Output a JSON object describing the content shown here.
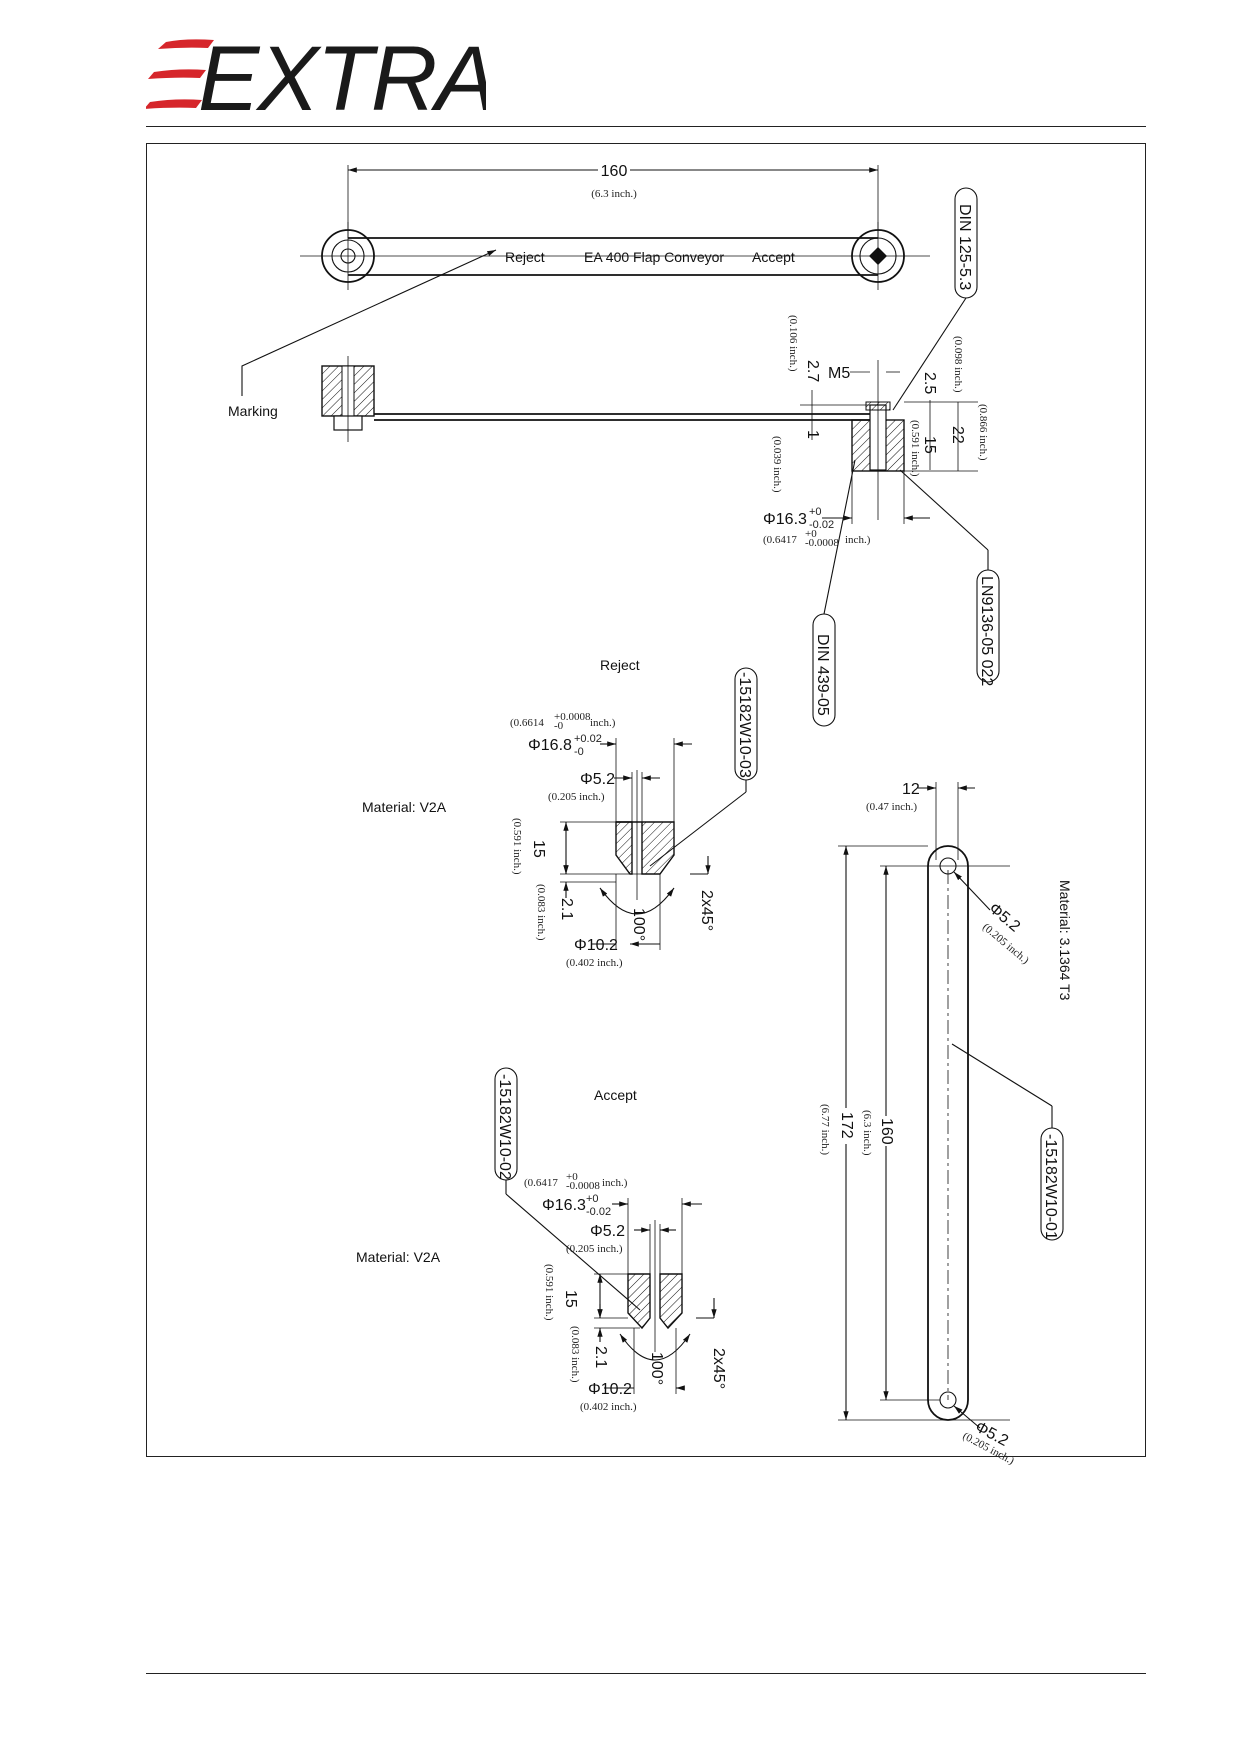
{
  "header": {
    "logo_text": "EXTRA"
  },
  "drawing": {
    "top_view": {
      "length": "160",
      "length_inch": "(6.3 inch.)",
      "reject_label": "Reject",
      "title": "EA 400 Flap Conveyor",
      "accept_label": "Accept",
      "callout_washer": "DIN 125-5.3"
    },
    "side_view": {
      "marking_label": "Marking",
      "dim_2_7": "2.7",
      "dim_2_7_inch": "(0.106 inch.)",
      "thread": "M5",
      "dim_2_5": "2.5",
      "dim_2_5_inch": "(0.098 inch.)",
      "dim_1": "1",
      "dim_1_inch": "(0.039 inch.)",
      "dim_15": "15",
      "dim_15_inch": "(0.591 inch.)",
      "dim_22": "22",
      "dim_22_inch": "(0.866 inch.)",
      "dia_16_3": "Φ16.3",
      "dia_16_3_tol_top": "+0",
      "dia_16_3_tol_bottom": "-0.02",
      "dia_16_3_inch": "(0.6417",
      "dia_16_3_inch_tol_top": "+0",
      "dia_16_3_inch_tol_bottom": "-0.0008",
      "dia_16_3_inch_unit": "inch.)",
      "callout_ln": "LN9136-05 022",
      "callout_din439": "DIN 439-05"
    },
    "reject_part": {
      "title": "Reject",
      "material": "Material: V2A",
      "part_no": "-15182W10-03",
      "outer_inch": "(0.6614",
      "outer_inch_tol_top": "+0.0008",
      "outer_inch_tol_bottom": "-0",
      "outer_inch_unit": "inch.)",
      "outer_dia": "Φ16.8",
      "outer_tol_top": "+0.02",
      "outer_tol_bottom": "-0",
      "bore": "Φ5.2",
      "bore_inch": "(0.205 inch.)",
      "height": "15",
      "height_inch": "(0.591 inch.)",
      "chamfer_depth": "2.1",
      "chamfer_depth_inch": "(0.083 inch.)",
      "angle": "100°",
      "chamfer": "2x45°",
      "counter_dia": "Φ10.2",
      "counter_dia_inch": "(0.402 inch.)"
    },
    "accept_part": {
      "title": "Accept",
      "material": "Material: V2A",
      "part_no": "-15182W10-02",
      "outer_inch": "(0.6417",
      "outer_inch_tol_top": "+0",
      "outer_inch_tol_bottom": "-0.0008",
      "outer_inch_unit": "inch.)",
      "outer_dia": "Φ16.3",
      "outer_tol_top": "+0",
      "outer_tol_bottom": "-0.02",
      "bore": "Φ5.2",
      "bore_inch": "(0.205 inch.)",
      "height": "15",
      "height_inch": "(0.591 inch.)",
      "chamfer_depth": "2.1",
      "chamfer_depth_inch": "(0.083 inch.)",
      "angle": "100°",
      "chamfer": "2x45°",
      "counter_dia": "Φ10.2",
      "counter_dia_inch": "(0.402 inch.)"
    },
    "link_bar": {
      "material": "Material: 3.1364 T3",
      "width": "12",
      "width_inch": "(0.47 inch.)",
      "hole_top": "Φ5.2",
      "hole_top_inch": "(0.205 inch.)",
      "part_no": "-15182W10-01",
      "pitch": "160",
      "pitch_inch": "(6.3 inch.)",
      "overall": "172",
      "overall_inch": "(6.77 inch.)",
      "hole_bottom": "Φ5.2",
      "hole_bottom_inch": "(0.205 inch.)"
    }
  },
  "colors": {
    "logo_red": "#d6262b",
    "ink": "#111111"
  }
}
